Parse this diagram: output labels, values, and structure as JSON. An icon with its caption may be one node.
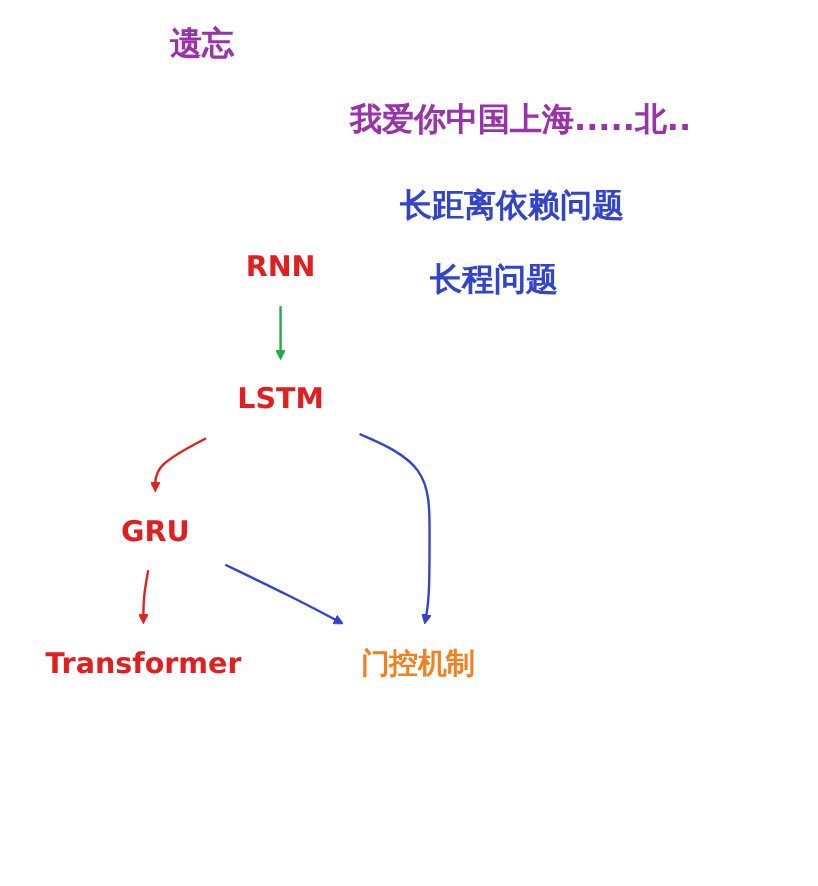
{
  "diagram": {
    "nodes": [
      {
        "text": [
          "RNN"
        ]
      },
      {
        "text": [
          "LSTM"
        ]
      },
      {
        "text": [
          "GRU"
        ]
      },
      {
        "text": [
          "Transformer"
        ]
      },
      {
        "text": [
          "门控机制"
        ]
      }
    ],
    "edges": [
      {
        "from": 0,
        "to": 1,
        "arrow": "to",
        "color": "#22aa44"
      },
      {
        "from": 1,
        "to": 2,
        "arrow": "to",
        "color": "#dd2222"
      },
      {
        "from": 2,
        "to": 3,
        "arrow": "to",
        "color": "#dd2222"
      },
      {
        "from": 1,
        "to": 4,
        "arrow": "to",
        "color": "#3344cc"
      },
      {
        "from": 2,
        "to": 4,
        "arrow": "to",
        "color": "#3344cc"
      }
    ],
    "labels": [
      "遗忘",
      "我爱你中国上海.....北..",
      "长距离依赖问题",
      "长程问题"
    ]
  }
}
